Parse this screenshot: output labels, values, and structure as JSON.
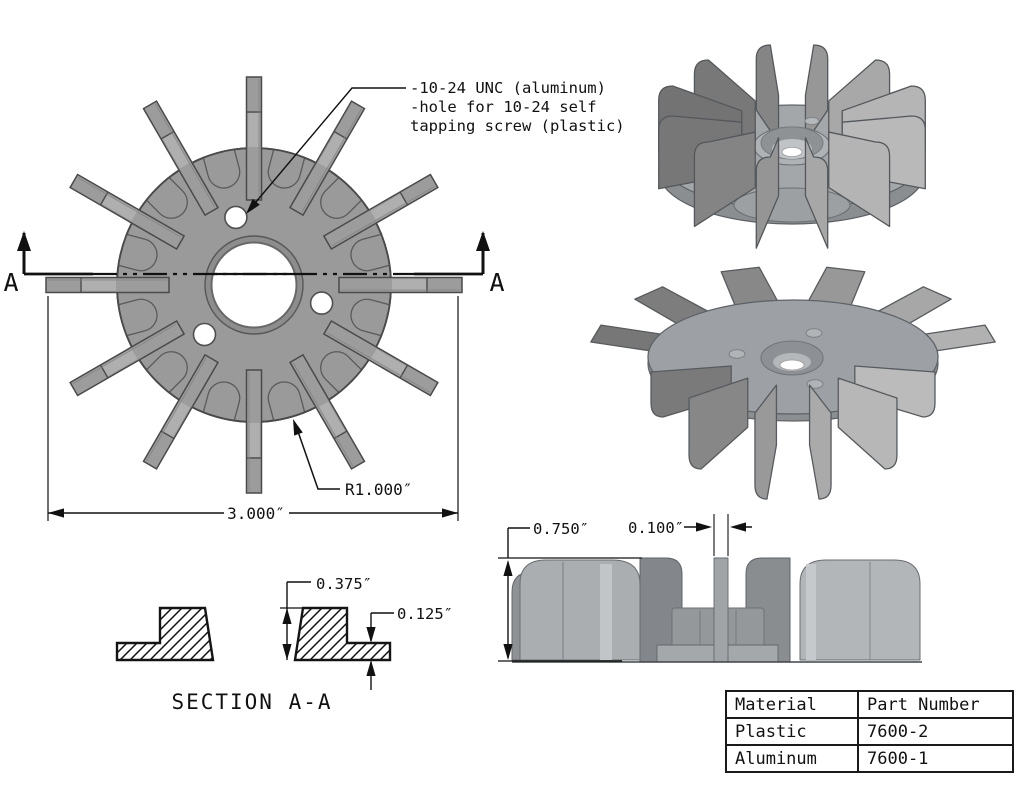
{
  "front_view": {
    "annotation": {
      "lines": [
        "-10-24 UNC (aluminum)",
        "-hole for 10-24 self",
        " tapping screw (plastic)"
      ]
    },
    "radius_label": "R1.000″",
    "width_label": "3.000″",
    "section_letter_left": "A",
    "section_letter_right": "A"
  },
  "section_view": {
    "title": "SECTION A-A",
    "blade_height_label": "0.375″",
    "flange_thickness_label": "0.125″"
  },
  "side_view": {
    "height_label": "0.750″",
    "blade_thickness_label": "0.100″"
  },
  "parts_table": {
    "headers": [
      "Material",
      "Part Number"
    ],
    "rows": [
      {
        "material": "Plastic",
        "part_number": "7600-2"
      },
      {
        "material": "Aluminum",
        "part_number": "7600-1"
      }
    ]
  },
  "colors": {
    "part_gray": "#9a9a9a",
    "line_color": "#1a1a1a",
    "background": "#ffffff"
  }
}
